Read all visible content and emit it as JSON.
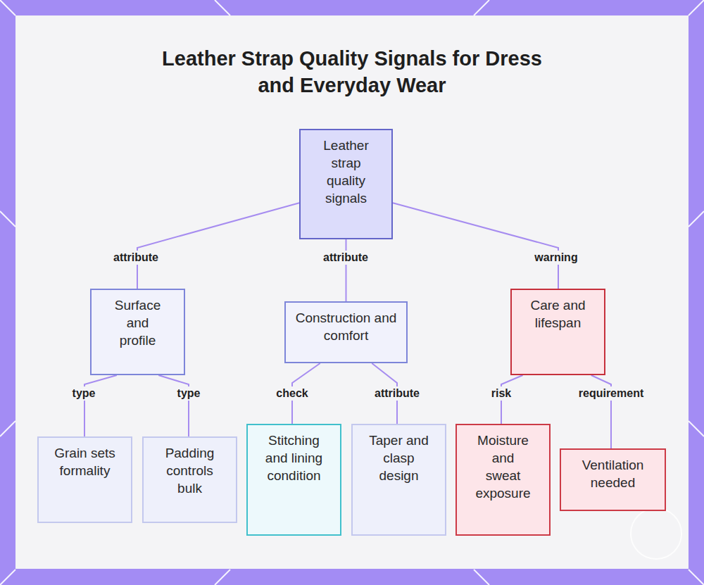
{
  "diagram": {
    "title": "Leather Strap Quality Signals for Dress and Everyday Wear",
    "nodes": [
      {
        "text": [
          "Leather strap quality signals"
        ]
      },
      {
        "text": [
          "Surface and profile"
        ]
      },
      {
        "text": [
          "Construction and comfort"
        ]
      },
      {
        "text": [
          "Care and lifespan"
        ]
      },
      {
        "text": [
          "Grain sets formality"
        ]
      },
      {
        "text": [
          "Padding controls bulk"
        ]
      },
      {
        "text": [
          "Stitching and lining condition"
        ]
      },
      {
        "text": [
          "Taper and clasp design"
        ]
      },
      {
        "text": [
          "Moisture and sweat exposure"
        ]
      },
      {
        "text": [
          "Ventilation needed"
        ]
      }
    ],
    "edges": [
      {
        "from": 0,
        "to": 1,
        "label": "attribute",
        "arrow": "none"
      },
      {
        "from": 0,
        "to": 2,
        "label": "attribute",
        "arrow": "none"
      },
      {
        "from": 0,
        "to": 3,
        "label": "warning",
        "arrow": "none"
      },
      {
        "from": 1,
        "to": 4,
        "label": "type",
        "arrow": "none"
      },
      {
        "from": 1,
        "to": 5,
        "label": "type",
        "arrow": "none"
      },
      {
        "from": 2,
        "to": 6,
        "label": "check",
        "arrow": "none"
      },
      {
        "from": 2,
        "to": 7,
        "label": "attribute",
        "arrow": "none"
      },
      {
        "from": 3,
        "to": 8,
        "label": "risk",
        "arrow": "none"
      },
      {
        "from": 3,
        "to": 9,
        "label": "requirement",
        "arrow": "none"
      }
    ]
  }
}
